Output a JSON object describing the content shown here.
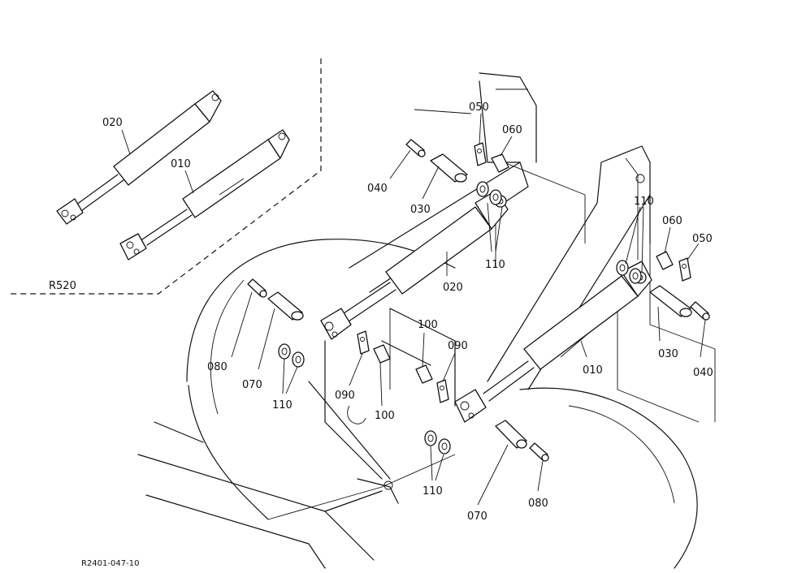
{
  "variant_label": "R520",
  "drawing_number": "R2401-047-10",
  "callouts": [
    "010",
    "020",
    "030",
    "040",
    "050",
    "060",
    "070",
    "080",
    "090",
    "100",
    "110"
  ]
}
